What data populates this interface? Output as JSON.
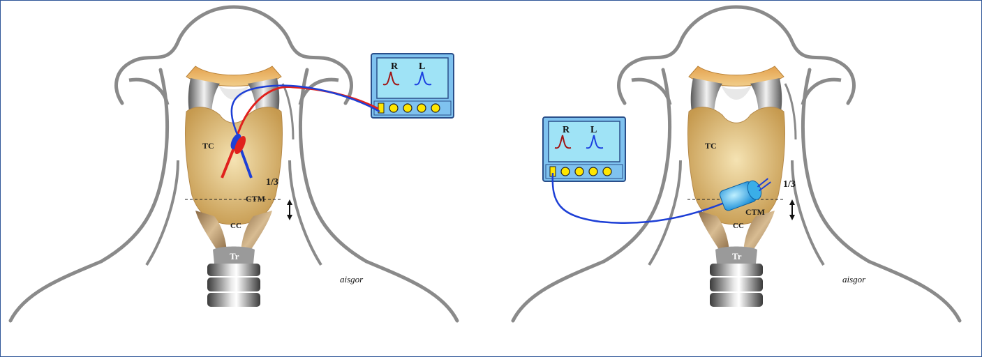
{
  "panels": [
    {
      "id": "left",
      "labels": {
        "tc": "TC",
        "ctm": "CTM",
        "cc": "CC",
        "tr": "Tr",
        "fraction": "1/3"
      },
      "monitor": {
        "right": "R",
        "left": "L"
      },
      "signature": "aisgor"
    },
    {
      "id": "right",
      "labels": {
        "tc": "TC",
        "ctm": "CTM",
        "cc": "CC",
        "tr": "Tr",
        "fraction": "1/3"
      },
      "monitor": {
        "right": "R",
        "left": "L"
      },
      "signature": "aisgor"
    }
  ],
  "colors": {
    "border": "#2e5597",
    "outline": "#8a8a8a",
    "cartilage": "#d9b56e",
    "monitor_body": "#7fc2ef",
    "monitor_screen": "#9fe3f6",
    "knob": "#ffe600",
    "wire_red": "#e0211d",
    "wire_blue": "#1d3fd6",
    "trace_red": "#a01515",
    "trace_blue": "#1a3fe0"
  },
  "icons": [
    "needle-electrode-icon",
    "surface-electrode-icon",
    "monitor-icon"
  ]
}
